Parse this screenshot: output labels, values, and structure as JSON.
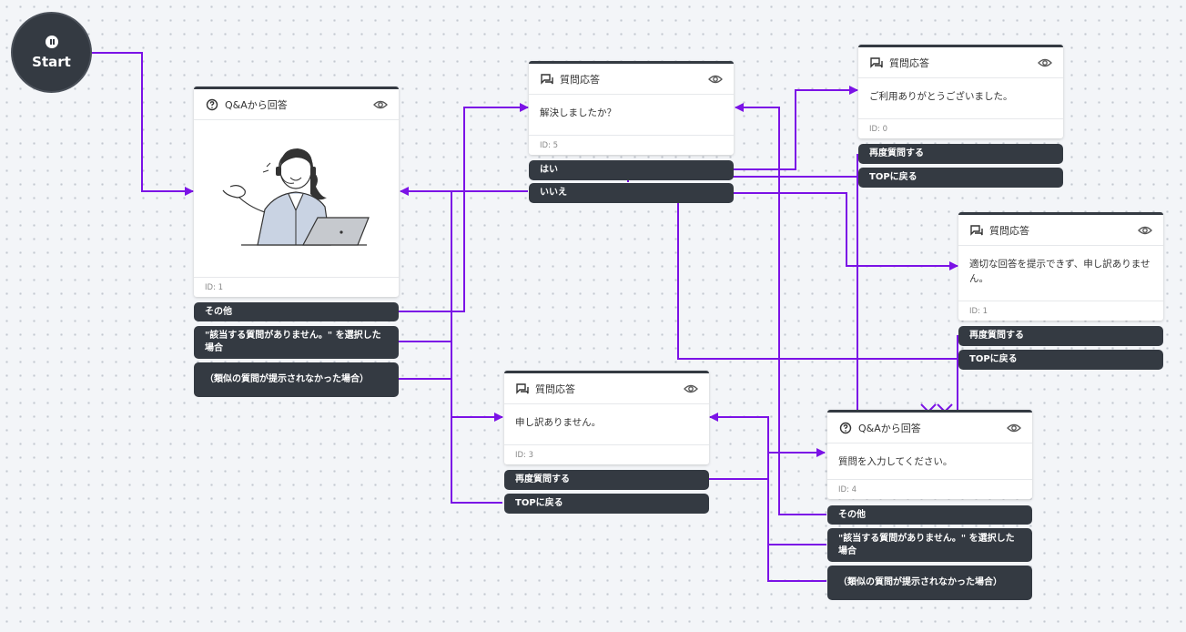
{
  "start": {
    "label": "Start"
  },
  "nodes": {
    "qa1": {
      "title": "Q&Aから回答",
      "id_label": "ID: 1"
    },
    "resp5": {
      "title": "質問応答",
      "text": "解決しましたか？",
      "id_label": "ID: 5"
    },
    "resp0": {
      "title": "質問応答",
      "text": "ご利用ありがとうございました。",
      "id_label": "ID: 0"
    },
    "resp1": {
      "title": "質問応答",
      "text": "適切な回答を提示できず、申し訳ありません。",
      "id_label": "ID: 1"
    },
    "resp3": {
      "title": "質問応答",
      "text": "申し訳ありません。",
      "id_label": "ID: 3"
    },
    "qa4": {
      "title": "Q&Aから回答",
      "text": "質問を入力してください。",
      "id_label": "ID: 4"
    }
  },
  "options": {
    "qa1": [
      "その他",
      "\"該当する質問がありません。\" を選択した場合",
      "（類似の質問が提示されなかった場合）"
    ],
    "resp5": [
      "はい",
      "いいえ"
    ],
    "resp0": [
      "再度質問する",
      "TOPに戻る"
    ],
    "resp1": [
      "再度質問する",
      "TOPに戻る"
    ],
    "resp3": [
      "再度質問する",
      "TOPに戻る"
    ],
    "qa4": [
      "その他",
      "\"該当する質問がありません。\" を選択した場合",
      "（類似の質問が提示されなかった場合）"
    ]
  },
  "colors": {
    "edge": "#7b12e6",
    "node_dark": "#343a42",
    "canvas": "#f3f5f8"
  },
  "icons": {
    "qa": "question-circle-icon",
    "response": "chat-bubbles-icon",
    "eye": "eye-icon",
    "start": "microphone-icon"
  }
}
